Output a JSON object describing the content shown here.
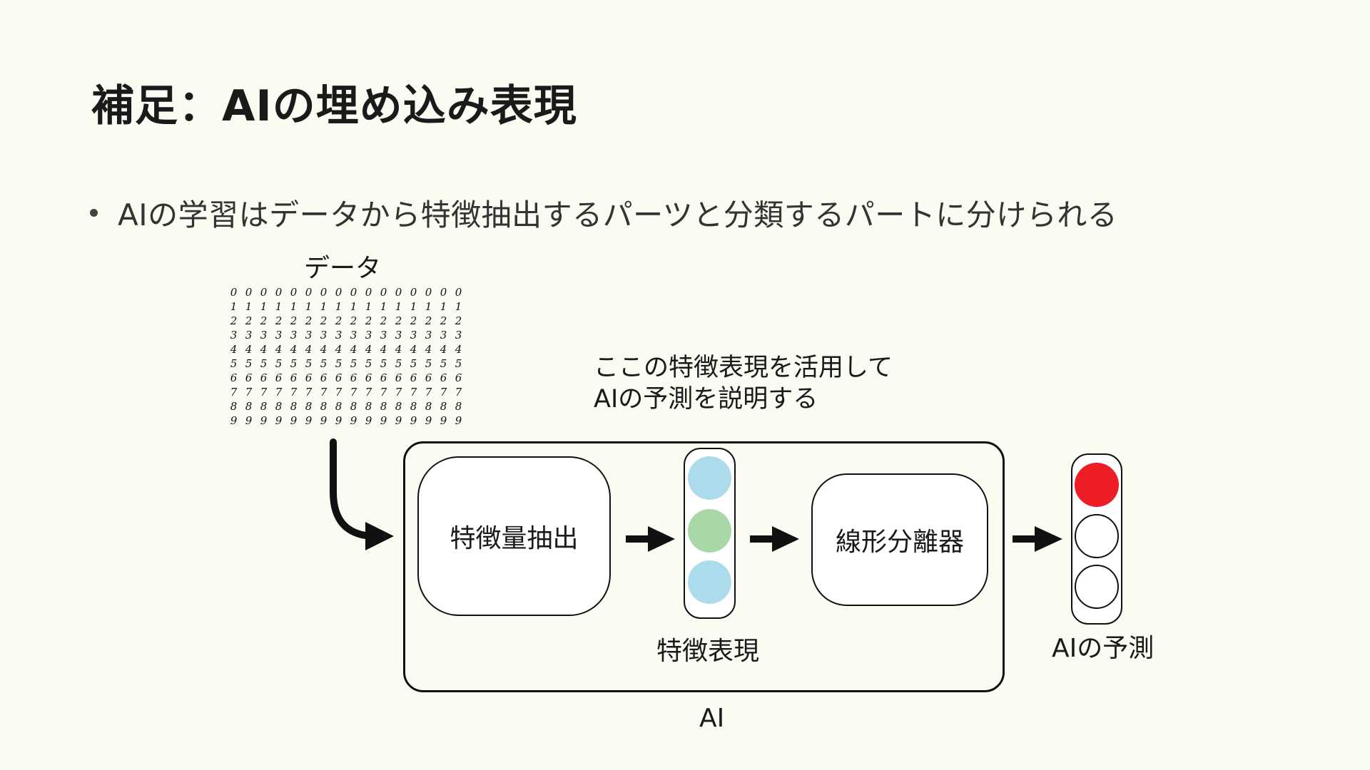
{
  "slide": {
    "title": "補足：AIの埋め込み表現",
    "bullet": "AIの学習はデータから特徴抽出するパーツと分類するパートに分けられる"
  },
  "diagram": {
    "data_label": "データ",
    "digit_rows": [
      "0000000000000000",
      "1111111111111111",
      "2222222222222222",
      "3333333333333333",
      "4444444444444444",
      "5555555555555555",
      "6666666666666666",
      "7777777777777777",
      "8888888888888888",
      "9999999999999999"
    ],
    "note_lines": [
      "ここの特徴表現を活用して",
      "AIの予測を説明する"
    ],
    "feature_extractor_label": "特徴量抽出",
    "feature_caption": "特徴表現",
    "feature_colors": [
      "#acdcec",
      "#a8d8a8",
      "#acdcec"
    ],
    "classifier_label": "線形分離器",
    "prediction_caption": "AIの予測",
    "prediction_colors": [
      "#ee1c24",
      "#ffffff",
      "#ffffff"
    ],
    "ai_caption": "AI"
  }
}
